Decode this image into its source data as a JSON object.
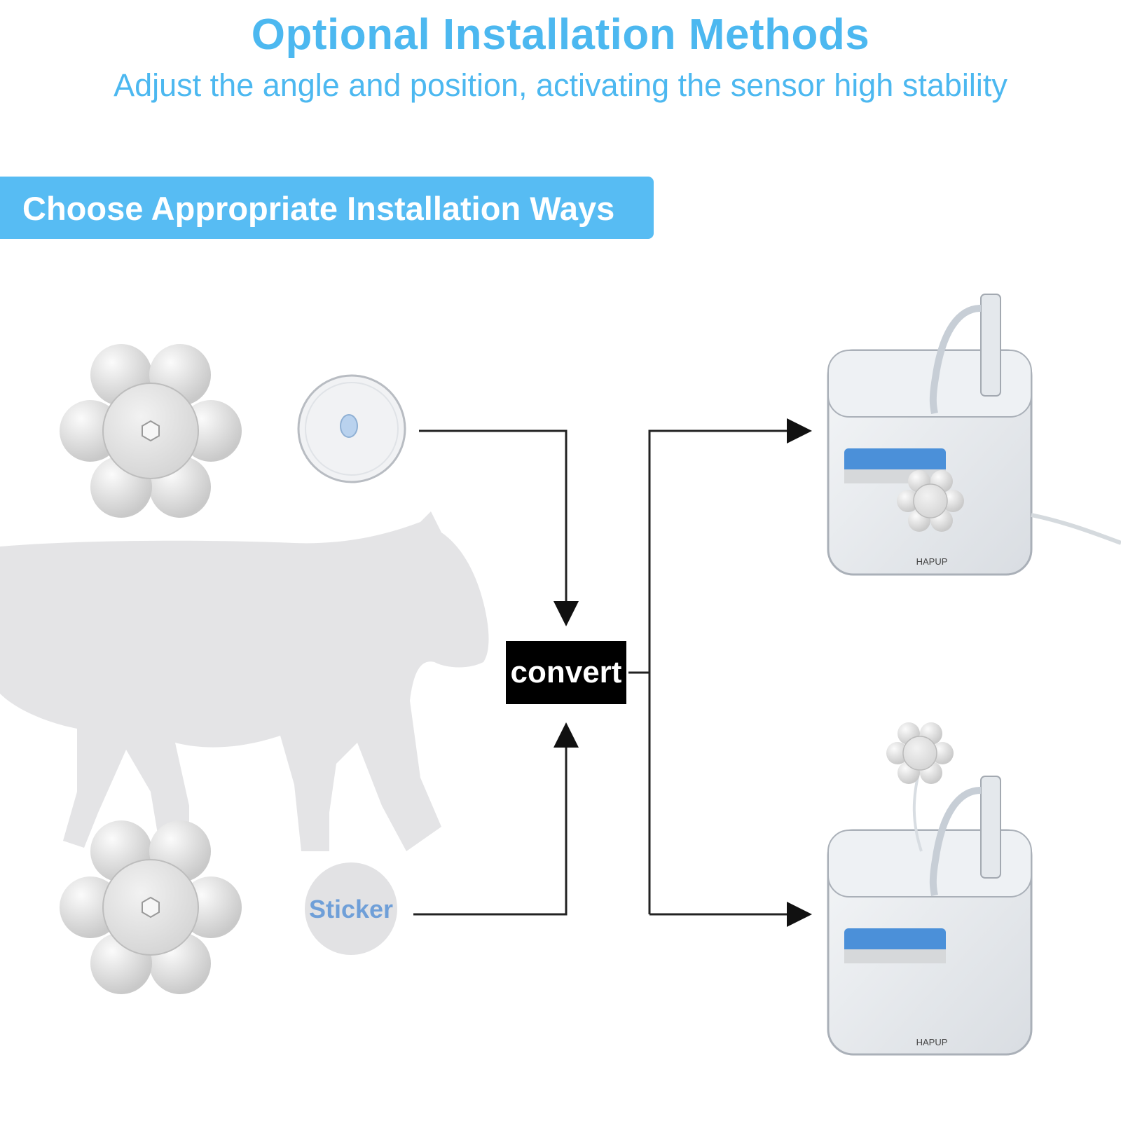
{
  "header": {
    "title": "Optional Installation Methods",
    "subtitle": "Adjust the angle and position, activating the sensor high stability"
  },
  "banner": {
    "text": "Choose Appropriate Installation Ways"
  },
  "diagram": {
    "center_label": "convert",
    "sticker_label": "Sticker",
    "fountain_brand_top": "HAPUP",
    "fountain_brand_bottom": "HAPUP"
  },
  "colors": {
    "accent": "#4cb8f0",
    "banner": "#57bcf3",
    "sticker_text": "#6f9fd8"
  },
  "icons": [
    "sensor-flower-icon",
    "suction-cup-icon",
    "sticker-pad-icon",
    "cat-silhouette-icon",
    "water-fountain-icon",
    "arrow-icon"
  ]
}
